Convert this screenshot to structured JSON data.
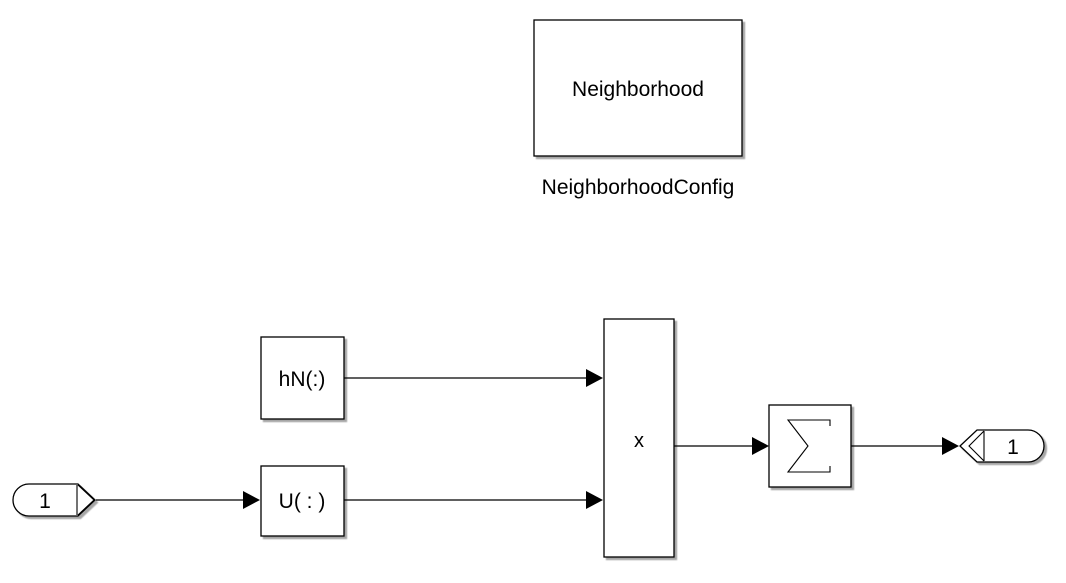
{
  "diagram": {
    "config_block": {
      "label": "Neighborhood",
      "caption": "NeighborhoodConfig"
    },
    "constant_block": {
      "label": "hN(:)"
    },
    "reshape_block": {
      "label": "U( : )"
    },
    "product_block": {
      "label": "x"
    },
    "sum_block": {
      "symbol": "∑"
    },
    "inport": {
      "number": "1"
    },
    "outport": {
      "number": "1"
    }
  }
}
